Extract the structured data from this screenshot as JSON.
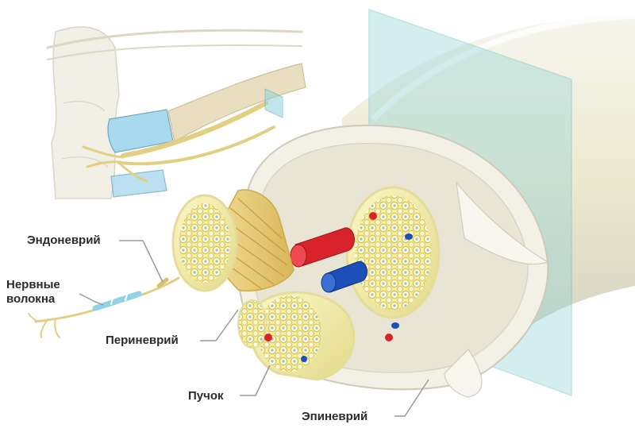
{
  "labels": {
    "endoneurium": "Эндоневрий",
    "nerve_fibers_line1": "Нервные",
    "nerve_fibers_line2": "волокна",
    "perineurium": "Периневрий",
    "fascicle": "Пучок",
    "epineurium": "Эпиневрий"
  },
  "colors": {
    "epineurium": "#efeee4",
    "fascicle": "#f3eea7",
    "artery": "#d8232a",
    "vein": "#1d4fb8",
    "plane": "#8fd3d8",
    "vertebra_cartilage": "#a9d9ee",
    "leader_line": "#9a9a9a"
  }
}
